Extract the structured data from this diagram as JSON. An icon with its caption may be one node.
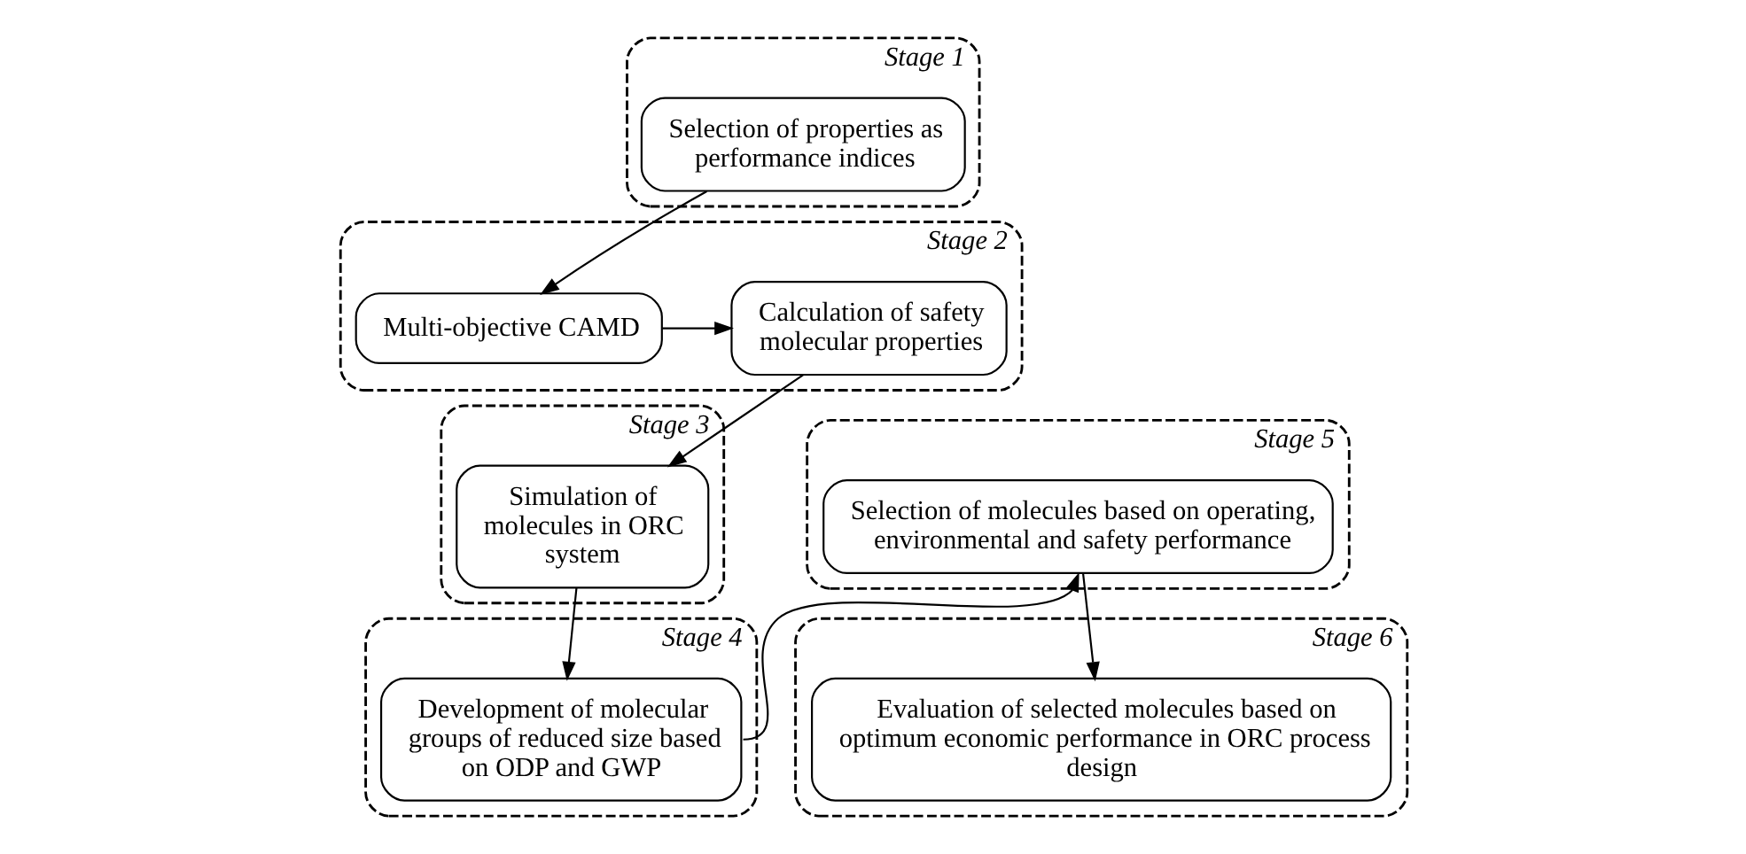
{
  "diagram": {
    "nodes": [
      {
        "text": [
          "Stage 1"
        ]
      },
      {
        "text": [
          "Selection of properties as performance indices"
        ],
        "in": 0
      },
      {
        "text": [
          "Stage 2"
        ]
      },
      {
        "text": [
          "Multi-objective CAMD"
        ],
        "in": 2
      },
      {
        "text": [
          "Calculation of safety molecular properties"
        ],
        "in": 2
      },
      {
        "text": [
          "Stage 3"
        ]
      },
      {
        "text": [
          "Simulation of molecules in ORC system"
        ],
        "in": 5
      },
      {
        "text": [
          "Stage 5"
        ]
      },
      {
        "text": [
          "Selection of molecules based on operating, environmental and safety performance"
        ],
        "in": 7
      },
      {
        "text": [
          "Stage 6"
        ]
      },
      {
        "text": [
          "Evaluation of selected molecules based on optimum economic performance in ORC process design"
        ],
        "in": 9
      },
      {
        "text": [
          "Stage 4"
        ]
      },
      {
        "text": [
          "Development of molecular groups of reduced size based on ODP and GWP"
        ],
        "in": 11
      }
    ],
    "edges": [
      {
        "from": 1,
        "to": 3,
        "arrow": "to"
      },
      {
        "from": 3,
        "to": 4,
        "arrow": "to"
      },
      {
        "from": 4,
        "to": 6,
        "arrow": "to"
      },
      {
        "from": 6,
        "to": 12,
        "arrow": "to"
      },
      {
        "from": 12,
        "to": 8,
        "arrow": "to"
      },
      {
        "from": 8,
        "to": 10,
        "arrow": "to"
      }
    ]
  }
}
